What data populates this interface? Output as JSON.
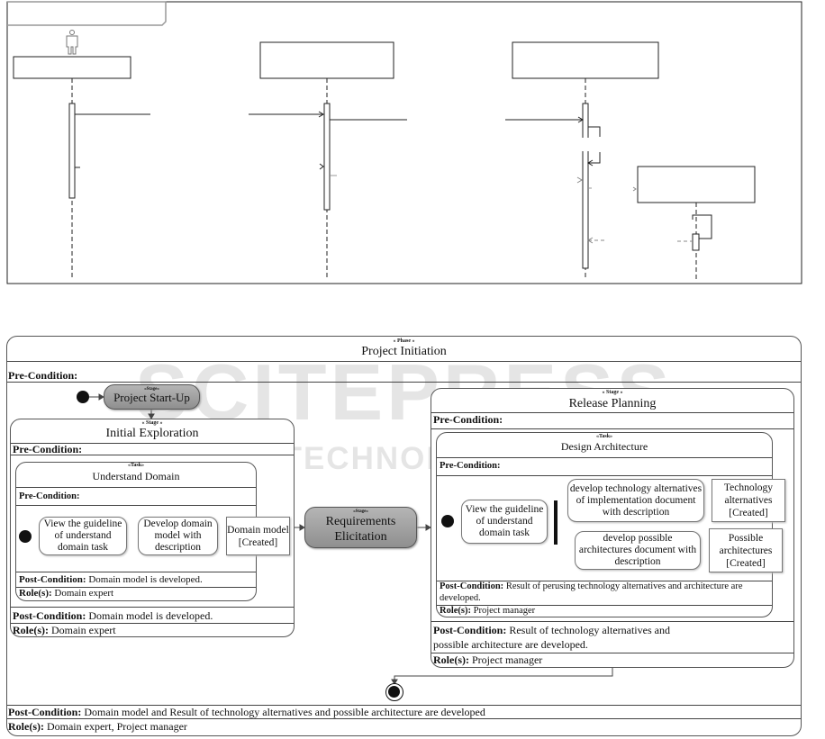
{
  "watermark": {
    "title": "SCITEPRESS",
    "subtitle": "SCIENCE AND TECHNOLOGY PUBLICATIONS"
  },
  "phase": {
    "stereotype": "« Phase »",
    "title": "Project Initiation",
    "pre_label": "Pre-Condition:",
    "post_label": "Post-Condition:",
    "post_text": "Domain model and Result of technology alternatives and possible architecture are developed",
    "role_label": "Role(s):",
    "role_text": "Domain expert, Project manager"
  },
  "start_stage": {
    "stereotype": "«Stage»",
    "title": "Project Start-Up"
  },
  "initial_exploration": {
    "stereotype": "« Stage »",
    "title": "Initial Exploration",
    "pre_label": "Pre-Condition:",
    "post_label": "Post-Condition:",
    "post_text": "Domain model is developed.",
    "role_label": "Role(s):",
    "role_text": "Domain expert",
    "task": {
      "stereotype": "«Task»",
      "title": "Understand Domain",
      "pre_label": "Pre-Condition:",
      "action1": "View the guideline of understand domain task",
      "action2": "Develop domain model with description",
      "object": "Domain model [Created]",
      "post_label": "Post-Condition:",
      "post_text": "Domain model is developed.",
      "role_label": "Role(s):",
      "role_text": "Domain expert"
    }
  },
  "requirements_stage": {
    "stereotype": "«Stage»",
    "title": "Requirements Elicitation"
  },
  "release_planning": {
    "stereotype": "« Stage »",
    "title": "Release Planning",
    "pre_label": "Pre-Condition:",
    "post_label": "Post-Condition:",
    "post_text": "Result of technology alternatives and possible architecture are developed.",
    "role_label": "Role(s):",
    "role_text": "Project manager",
    "task": {
      "stereotype": "«Task»",
      "title": "Design Architecture",
      "pre_label": "Pre-Condition:",
      "action1": "View the guideline of understand domain task",
      "action_upper": "develop technology alternatives of implementation document with description",
      "object_upper": "Technology alternatives [Created]",
      "action_lower": "develop possible architectures document with description",
      "object_lower": "Possible architectures [Created]",
      "post_label": "Post-Condition:",
      "post_text": "Result of perusing technology alternatives and architecture are developed.",
      "role_label": "Role(s):",
      "role_text": "Project manager"
    }
  }
}
